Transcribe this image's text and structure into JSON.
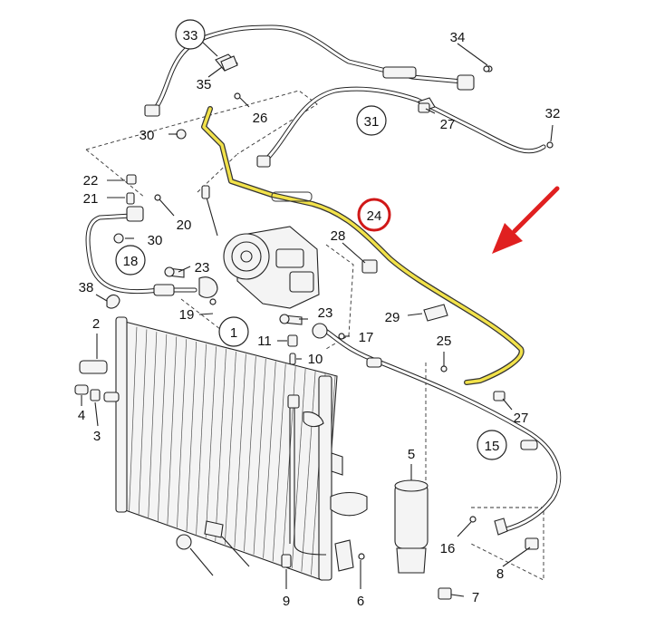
{
  "colors": {
    "highlight_pipe": "#f2e24a",
    "highlight_circle": "#d01818",
    "arrow": "#e02020"
  },
  "icons": {
    "pointer": "red-arrow-icon"
  },
  "callouts": [
    {
      "id": "33",
      "label": "33",
      "circled": true
    },
    {
      "id": "34",
      "label": "34",
      "circled": false
    },
    {
      "id": "35",
      "label": "35",
      "circled": false
    },
    {
      "id": "26",
      "label": "26",
      "circled": false
    },
    {
      "id": "31",
      "label": "31",
      "circled": true
    },
    {
      "id": "27a",
      "label": "27",
      "circled": false
    },
    {
      "id": "32",
      "label": "32",
      "circled": false
    },
    {
      "id": "30a",
      "label": "30",
      "circled": false
    },
    {
      "id": "22",
      "label": "22",
      "circled": false
    },
    {
      "id": "21",
      "label": "21",
      "circled": false
    },
    {
      "id": "20",
      "label": "20",
      "circled": false
    },
    {
      "id": "24",
      "label": "24",
      "circled": true,
      "highlighted": true
    },
    {
      "id": "30b",
      "label": "30",
      "circled": false
    },
    {
      "id": "18",
      "label": "18",
      "circled": true
    },
    {
      "id": "28",
      "label": "28",
      "circled": false
    },
    {
      "id": "23a",
      "label": "23",
      "circled": false
    },
    {
      "id": "38",
      "label": "38",
      "circled": false
    },
    {
      "id": "19",
      "label": "19",
      "circled": false
    },
    {
      "id": "23b",
      "label": "23",
      "circled": false
    },
    {
      "id": "29",
      "label": "29",
      "circled": false
    },
    {
      "id": "2",
      "label": "2",
      "circled": false
    },
    {
      "id": "1",
      "label": "1",
      "circled": true
    },
    {
      "id": "11",
      "label": "11",
      "circled": false
    },
    {
      "id": "17",
      "label": "17",
      "circled": false
    },
    {
      "id": "25",
      "label": "25",
      "circled": false
    },
    {
      "id": "10",
      "label": "10",
      "circled": false
    },
    {
      "id": "27b",
      "label": "27",
      "circled": false
    },
    {
      "id": "4",
      "label": "4",
      "circled": false
    },
    {
      "id": "3",
      "label": "3",
      "circled": false
    },
    {
      "id": "15",
      "label": "15",
      "circled": true
    },
    {
      "id": "5",
      "label": "5",
      "circled": false
    },
    {
      "id": "16",
      "label": "16",
      "circled": false
    },
    {
      "id": "8",
      "label": "8",
      "circled": false
    },
    {
      "id": "9",
      "label": "9",
      "circled": false
    },
    {
      "id": "6",
      "label": "6",
      "circled": false
    },
    {
      "id": "7",
      "label": "7",
      "circled": false
    }
  ]
}
